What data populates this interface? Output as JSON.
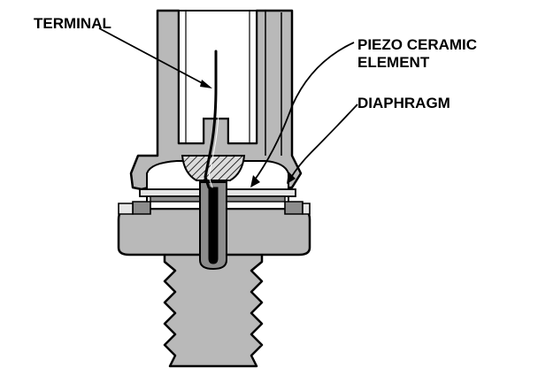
{
  "labels": {
    "terminal": "TERMINAL",
    "piezo_line1": "PIEZO CERAMIC",
    "piezo_line2": "ELEMENT",
    "diaphragm": "DIAPHRAGM"
  },
  "colors": {
    "ink": "#000000",
    "body_fill": "#b9b9b9",
    "light_fill": "#e6e6e6",
    "piezo_fill": "#8c8c8c",
    "background": "#ffffff"
  }
}
